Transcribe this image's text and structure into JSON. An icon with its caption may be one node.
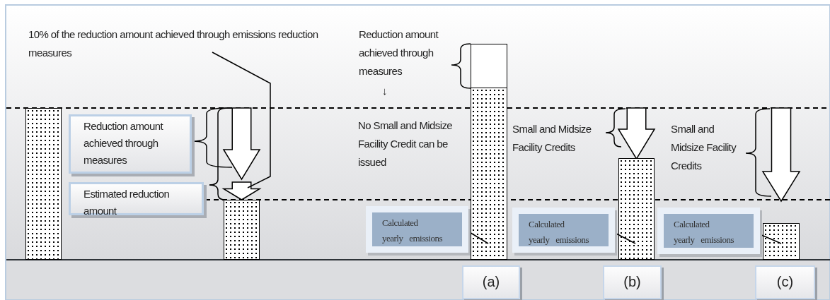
{
  "diagram": {
    "nodes": [
      {
        "text": [
          "10% of the reduction amount achieved through emissions reduction measures"
        ]
      },
      {
        "text": [
          "Reduction amount achieved through measures"
        ]
      },
      {
        "text": [
          "Estimated reduction amount"
        ]
      },
      {
        "text": [],
        "shape": "bar"
      },
      {
        "text": [],
        "shape": "bar"
      },
      {
        "text": [],
        "shape": "arrow"
      },
      {
        "text": [],
        "shape": "arrow"
      },
      {
        "text": [
          "Reduction amount achieved through measures"
        ]
      },
      {
        "text": [],
        "shape": "box"
      },
      {
        "text": [],
        "shape": "bar"
      },
      {
        "text": [
          "Calculated yearly emissions"
        ]
      },
      {
        "text": [
          "(a)"
        ]
      },
      {
        "text": [
          "Small and Midsize Facility Credits"
        ]
      },
      {
        "text": [],
        "shape": "arrow"
      },
      {
        "text": [],
        "shape": "bar"
      },
      {
        "text": [
          "Calculated yearly emissions"
        ]
      },
      {
        "text": [
          "(b)"
        ]
      },
      {
        "text": [
          "Small and Midsize Facility Credits"
        ]
      },
      {
        "text": [],
        "shape": "arrow"
      },
      {
        "text": [],
        "shape": "bar"
      },
      {
        "text": [
          "Calculated yearly emissions"
        ]
      },
      {
        "text": [
          "(c)"
        ]
      }
    ],
    "edges": [
      {
        "from": 0,
        "to": 6,
        "arrow": "none"
      },
      {
        "from": 1,
        "to": 5,
        "arrow": "none"
      },
      {
        "from": 2,
        "to": 5,
        "arrow": "none"
      },
      {
        "from": 2,
        "to": 6,
        "arrow": "none"
      },
      {
        "from": 7,
        "to": 8,
        "arrow": "none"
      },
      {
        "from": 10,
        "to": 9,
        "arrow": "none"
      },
      {
        "from": 12,
        "to": 13,
        "arrow": "none"
      },
      {
        "from": 15,
        "to": 14,
        "arrow": "none"
      },
      {
        "from": 17,
        "to": 18,
        "arrow": "none"
      },
      {
        "from": 20,
        "to": 19,
        "arrow": "none"
      },
      {
        "from": 5,
        "to": 4,
        "arrow": "to"
      }
    ],
    "labels": [
      "↓",
      "No Small and Midsize Facility Credit can be issued"
    ]
  }
}
